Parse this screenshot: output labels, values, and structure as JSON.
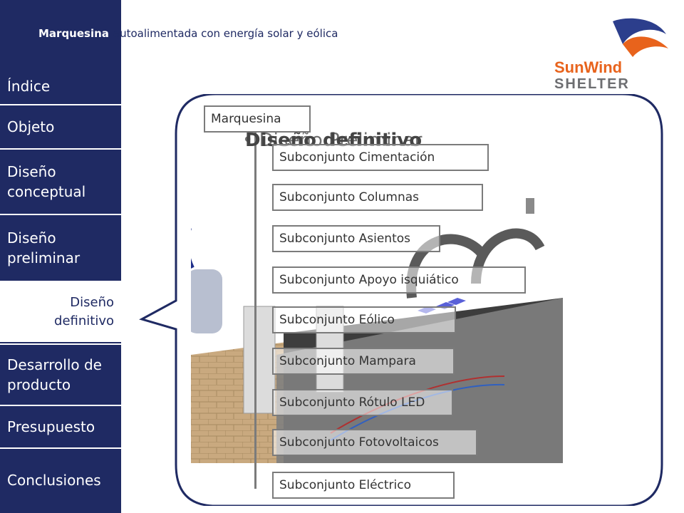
{
  "header": {
    "bold": "Marquesina",
    "rest": "autoalimentada con energía solar y eólica"
  },
  "logo": {
    "line1": "SunWind",
    "line2": "SHELTER"
  },
  "sidebar": {
    "items": [
      {
        "label": "Índice"
      },
      {
        "label": "Objeto"
      },
      {
        "label": "Diseño conceptual"
      },
      {
        "label": "Diseño preliminar"
      },
      {
        "label": "Diseño definitivo",
        "active": true
      },
      {
        "label": "Desarrollo de producto"
      },
      {
        "label": "Presupuesto"
      },
      {
        "label": "Conclusiones"
      }
    ]
  },
  "slide": {
    "title_back": "• Diseño Preliminar",
    "title_front": "Diseño definitivo",
    "tree": {
      "root": "Marquesina",
      "children": [
        "Subconjunto Cimentación",
        "Subconjunto Columnas",
        "Subconjunto Asientos",
        "Subconjunto Apoyo isquiático",
        "Subconjunto Eólico",
        "Subconjunto Mampara",
        "Subconjunto Rótulo LED",
        "Subconjunto Fotovoltaicos",
        "Subconjunto Eléctrico"
      ]
    }
  },
  "colors": {
    "navy": "#1f2a63",
    "logo_orange": "#e8631c",
    "logo_blue": "#2c3e8c",
    "logo_gray": "#6d6e71"
  }
}
